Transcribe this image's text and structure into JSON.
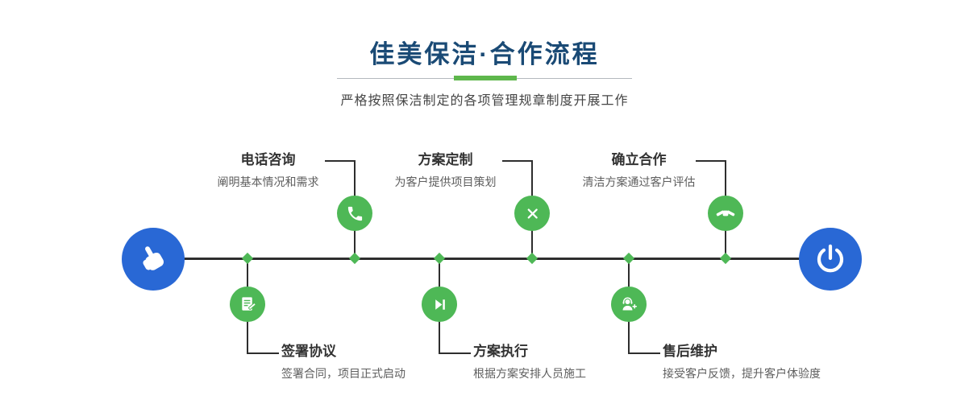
{
  "header": {
    "title": "佳美保洁·合作流程",
    "subtitle": "严格按照保洁制定的各项管理规章制度开展工作"
  },
  "colors": {
    "title_navy": "#1a4a75",
    "accent_green": "#4eb856",
    "divider_green": "#5eb74c",
    "accent_blue": "#2968d5",
    "line_dark": "#2e2e2e",
    "background": "#ffffff"
  },
  "diagram": {
    "start_icon": "pointer-hand-icon",
    "end_icon": "power-icon",
    "top_steps": [
      {
        "title": "电话咨询",
        "desc": "阐明基本情况和需求",
        "icon": "phone-icon"
      },
      {
        "title": "方案定制",
        "desc": "为客户提供项目策划",
        "icon": "pen-tools-icon"
      },
      {
        "title": "确立合作",
        "desc": "清洁方案通过客户评估",
        "icon": "handshake-icon"
      }
    ],
    "bottom_steps": [
      {
        "title": "签署协议",
        "desc": "签署合同，项目正式启动",
        "icon": "contract-icon"
      },
      {
        "title": "方案执行",
        "desc": "根据方案安排人员施工",
        "icon": "play-icon"
      },
      {
        "title": "售后维护",
        "desc": "接受客户反馈，提升客户体验度",
        "icon": "headset-icon"
      }
    ]
  }
}
